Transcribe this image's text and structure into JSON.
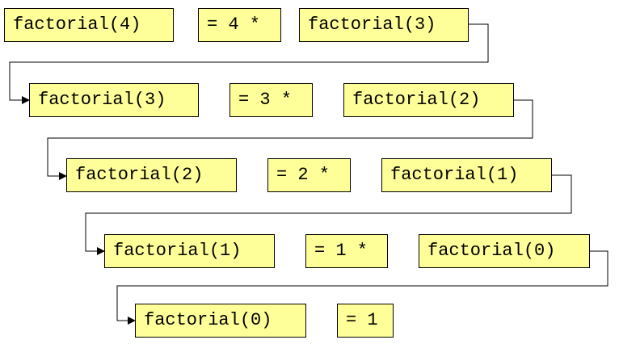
{
  "colors": {
    "box_fill": "#ffff99",
    "box_border": "#000000",
    "connector": "#000000"
  },
  "rows": [
    {
      "call": "factorial(4)",
      "operator": "= 4 *",
      "next_call": "factorial(3)"
    },
    {
      "call": "factorial(3)",
      "operator": "= 3 *",
      "next_call": "factorial(2)"
    },
    {
      "call": "factorial(2)",
      "operator": "= 2 *",
      "next_call": "factorial(1)"
    },
    {
      "call": "factorial(1)",
      "operator": "= 1 *",
      "next_call": "factorial(0)"
    },
    {
      "call": "factorial(0)",
      "operator": "= 1"
    }
  ]
}
